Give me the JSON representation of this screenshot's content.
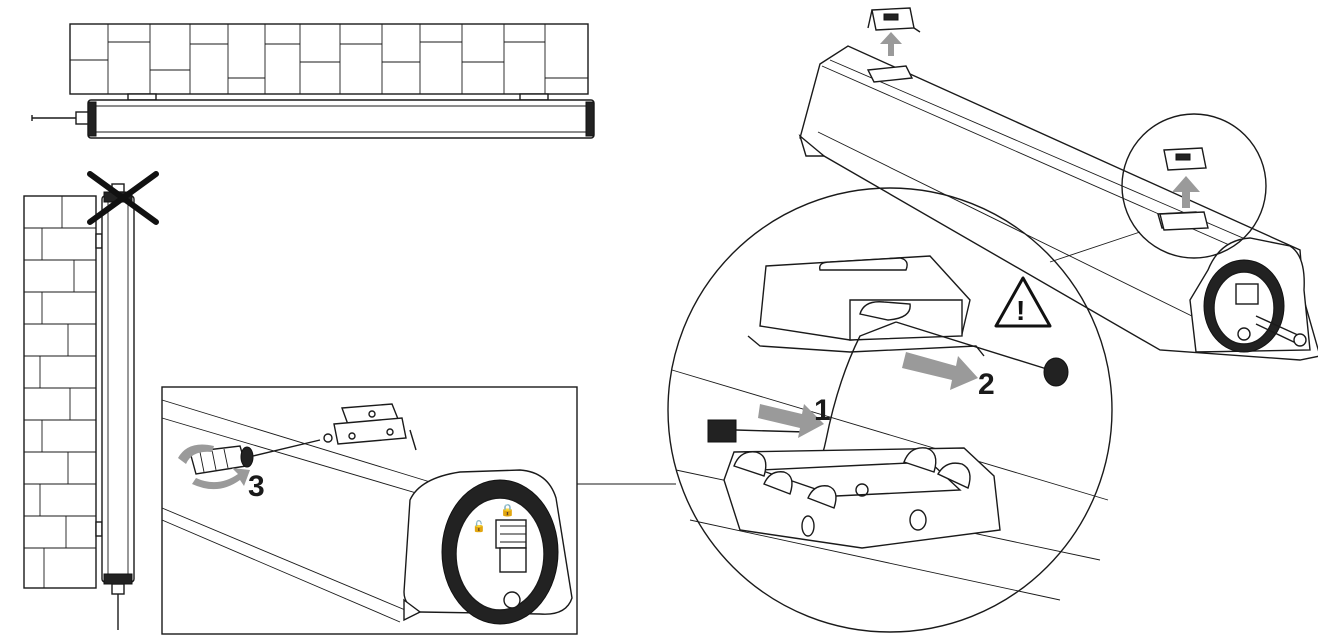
{
  "steps": {
    "step1": "1",
    "step2": "2",
    "step3": "3"
  },
  "warning_symbol": "!",
  "icons": {
    "warning": "warning-triangle-icon",
    "prohibited": "cross-mark-icon",
    "unlock": "unlock-icon",
    "lock": "lock-icon",
    "rotate_arrow": "rotate-arrow-icon",
    "direction_arrow": "direction-arrow-icon",
    "screwdriver": "screwdriver-icon"
  },
  "colors": {
    "line": "#1a1a1a",
    "arrow": "#9a9a9a",
    "background": "#ffffff"
  }
}
